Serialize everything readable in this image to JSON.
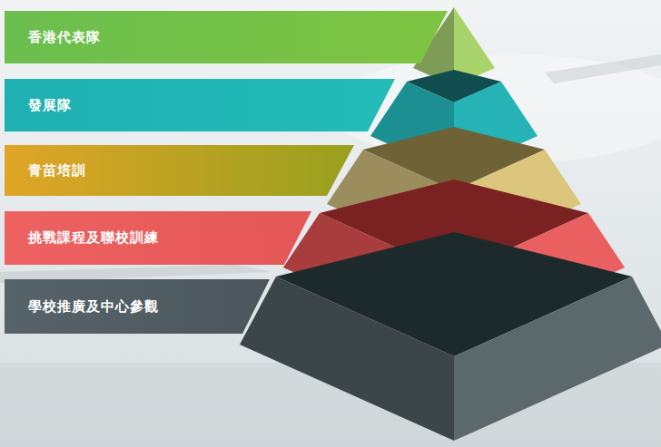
{
  "diagram": {
    "nodes": [
      {
        "text": [
          "香港代表隊"
        ]
      },
      {
        "text": [
          "發展隊"
        ]
      },
      {
        "text": [
          "青苗培訓"
        ]
      },
      {
        "text": [
          "挑戰課程及聯校訓練"
        ]
      },
      {
        "text": [
          "學校推廣及中心參觀"
        ]
      }
    ]
  }
}
